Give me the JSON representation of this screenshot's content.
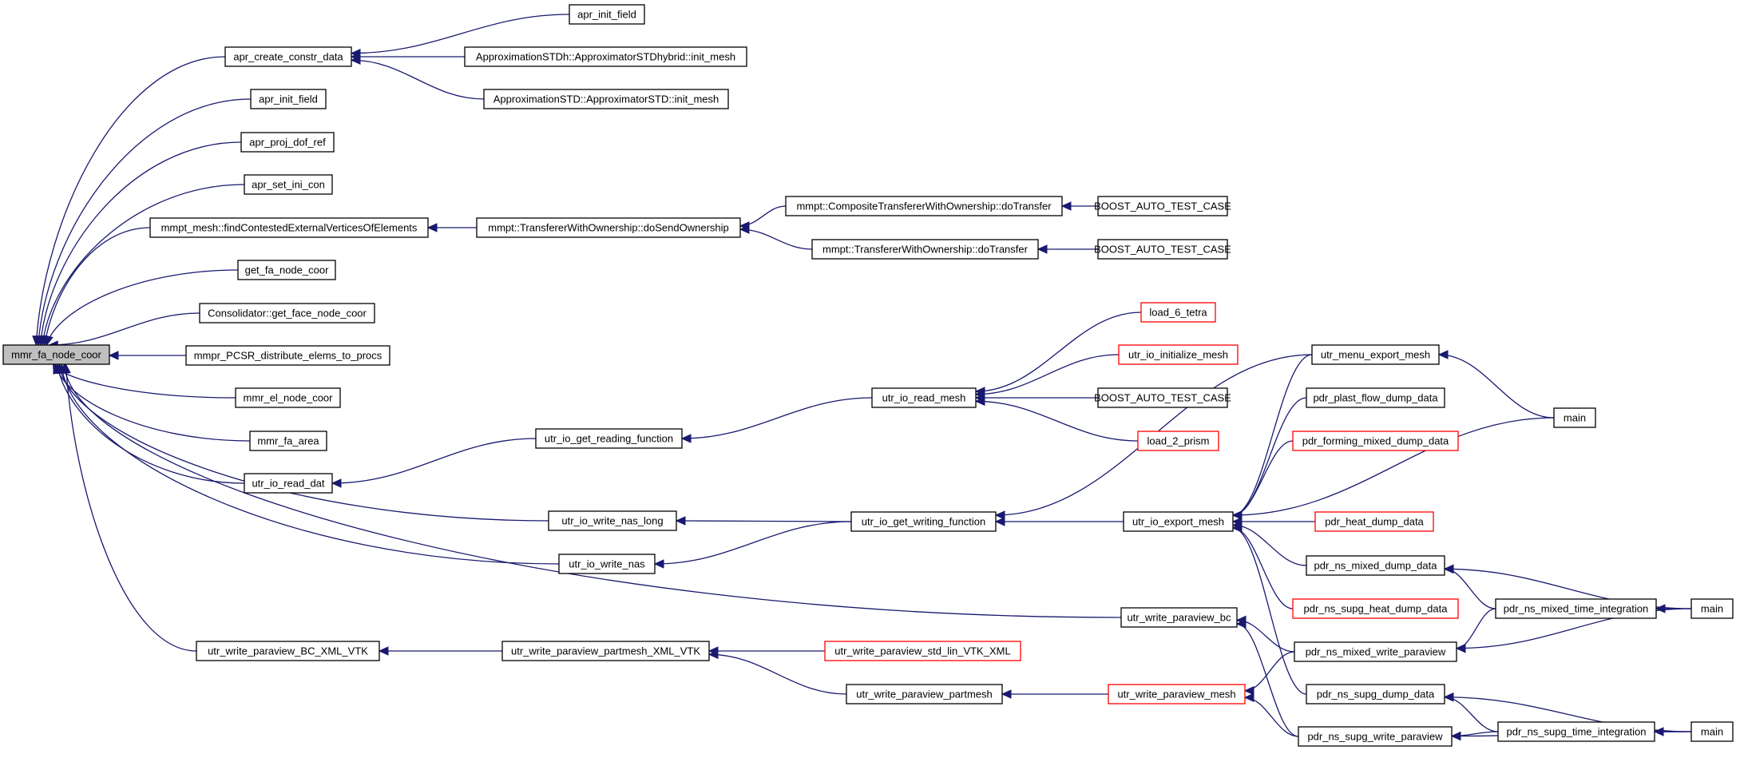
{
  "diagram": {
    "colors": {
      "edge": "#191970",
      "node_border": "#000000",
      "node_truncated_border": "#ff0000",
      "focus_fill": "#bfbfbf"
    },
    "nodes": [
      {
        "id": "n0",
        "label": "mmr_fa_node_coor",
        "focus": true
      },
      {
        "id": "n1",
        "label": "apr_create_constr_data"
      },
      {
        "id": "n2",
        "label": "apr_init_field"
      },
      {
        "id": "n3",
        "label": "apr_proj_dof_ref"
      },
      {
        "id": "n4",
        "label": "apr_set_ini_con"
      },
      {
        "id": "n5",
        "label": "mmpt_mesh::findContestedExternalVerticesOfElements"
      },
      {
        "id": "n6",
        "label": "get_fa_node_coor"
      },
      {
        "id": "n7",
        "label": "Consolidator::get_face_node_coor"
      },
      {
        "id": "n8",
        "label": "mmpr_PCSR_distribute_elems_to_procs"
      },
      {
        "id": "n9",
        "label": "mmr_el_node_coor"
      },
      {
        "id": "n10",
        "label": "mmr_fa_area"
      },
      {
        "id": "n11",
        "label": "utr_io_read_dat"
      },
      {
        "id": "n12",
        "label": "utr_io_write_nas_long"
      },
      {
        "id": "n13",
        "label": "utr_io_write_nas"
      },
      {
        "id": "n14",
        "label": "utr_write_paraview_bc"
      },
      {
        "id": "n15",
        "label": "utr_write_paraview_BC_XML_VTK"
      },
      {
        "id": "n16",
        "label": "apr_init_field"
      },
      {
        "id": "n17",
        "label": "ApproximationSTDh::ApproximatorSTDhybrid::init_mesh"
      },
      {
        "id": "n18",
        "label": "ApproximationSTD::ApproximatorSTD::init_mesh"
      },
      {
        "id": "n19",
        "label": "mmpt::TransfererWithOwnership::doSendOwnership"
      },
      {
        "id": "n20",
        "label": "mmpt::CompositeTransfererWithOwnership::doTransfer"
      },
      {
        "id": "n21",
        "label": "mmpt::TransfererWithOwnership::doTransfer"
      },
      {
        "id": "n22",
        "label": "BOOST_AUTO_TEST_CASE"
      },
      {
        "id": "n23",
        "label": "BOOST_AUTO_TEST_CASE"
      },
      {
        "id": "n24",
        "label": "utr_io_get_reading_function"
      },
      {
        "id": "n25",
        "label": "utr_io_read_mesh"
      },
      {
        "id": "n26",
        "label": "load_6_tetra",
        "truncated": true
      },
      {
        "id": "n27",
        "label": "utr_io_initialize_mesh",
        "truncated": true
      },
      {
        "id": "n28",
        "label": "BOOST_AUTO_TEST_CASE"
      },
      {
        "id": "n29",
        "label": "load_2_prism",
        "truncated": true
      },
      {
        "id": "n30",
        "label": "utr_io_get_writing_function"
      },
      {
        "id": "n31",
        "label": "utr_io_export_mesh"
      },
      {
        "id": "n32",
        "label": "utr_menu_export_mesh"
      },
      {
        "id": "n33",
        "label": "pdr_plast_flow_dump_data"
      },
      {
        "id": "n34",
        "label": "pdr_forming_mixed_dump_data",
        "truncated": true
      },
      {
        "id": "n35",
        "label": "pdr_heat_dump_data",
        "truncated": true
      },
      {
        "id": "n36",
        "label": "pdr_ns_mixed_dump_data"
      },
      {
        "id": "n37",
        "label": "pdr_ns_supg_heat_dump_data",
        "truncated": true
      },
      {
        "id": "n38",
        "label": "pdr_ns_mixed_write_paraview"
      },
      {
        "id": "n39",
        "label": "pdr_ns_supg_dump_data"
      },
      {
        "id": "n40",
        "label": "pdr_ns_supg_write_paraview"
      },
      {
        "id": "n41",
        "label": "main"
      },
      {
        "id": "n42",
        "label": "pdr_ns_mixed_time_integration"
      },
      {
        "id": "n43",
        "label": "main"
      },
      {
        "id": "n44",
        "label": "pdr_ns_supg_time_integration"
      },
      {
        "id": "n45",
        "label": "main"
      },
      {
        "id": "n46",
        "label": "utr_write_paraview_partmesh_XML_VTK"
      },
      {
        "id": "n47",
        "label": "utr_write_paraview_std_lin_VTK_XML",
        "truncated": true
      },
      {
        "id": "n48",
        "label": "utr_write_paraview_partmesh"
      },
      {
        "id": "n49",
        "label": "utr_write_paraview_mesh",
        "truncated": true
      }
    ],
    "edges": [
      [
        "n1",
        "n0"
      ],
      [
        "n2",
        "n0"
      ],
      [
        "n3",
        "n0"
      ],
      [
        "n4",
        "n0"
      ],
      [
        "n5",
        "n0"
      ],
      [
        "n6",
        "n0"
      ],
      [
        "n7",
        "n0"
      ],
      [
        "n8",
        "n0"
      ],
      [
        "n9",
        "n0"
      ],
      [
        "n10",
        "n0"
      ],
      [
        "n11",
        "n0"
      ],
      [
        "n12",
        "n0"
      ],
      [
        "n13",
        "n0"
      ],
      [
        "n14",
        "n0"
      ],
      [
        "n15",
        "n0"
      ],
      [
        "n16",
        "n1"
      ],
      [
        "n17",
        "n1"
      ],
      [
        "n18",
        "n1"
      ],
      [
        "n19",
        "n5"
      ],
      [
        "n20",
        "n19"
      ],
      [
        "n21",
        "n19"
      ],
      [
        "n22",
        "n20"
      ],
      [
        "n23",
        "n21"
      ],
      [
        "n24",
        "n11"
      ],
      [
        "n25",
        "n24"
      ],
      [
        "n26",
        "n25"
      ],
      [
        "n27",
        "n25"
      ],
      [
        "n28",
        "n25"
      ],
      [
        "n29",
        "n25"
      ],
      [
        "n30",
        "n12"
      ],
      [
        "n30",
        "n13"
      ],
      [
        "n31",
        "n30"
      ],
      [
        "n32",
        "n30"
      ],
      [
        "n32",
        "n31"
      ],
      [
        "n33",
        "n31"
      ],
      [
        "n34",
        "n31"
      ],
      [
        "n35",
        "n31"
      ],
      [
        "n36",
        "n31"
      ],
      [
        "n37",
        "n31"
      ],
      [
        "n39",
        "n31"
      ],
      [
        "n41",
        "n31"
      ],
      [
        "n41",
        "n32"
      ],
      [
        "n38",
        "n14"
      ],
      [
        "n40",
        "n14"
      ],
      [
        "n46",
        "n15"
      ],
      [
        "n47",
        "n46"
      ],
      [
        "n48",
        "n46"
      ],
      [
        "n49",
        "n48"
      ],
      [
        "n38",
        "n49"
      ],
      [
        "n40",
        "n49"
      ],
      [
        "n42",
        "n36"
      ],
      [
        "n42",
        "n38"
      ],
      [
        "n43",
        "n36"
      ],
      [
        "n43",
        "n38"
      ],
      [
        "n43",
        "n42"
      ],
      [
        "n44",
        "n39"
      ],
      [
        "n44",
        "n40"
      ],
      [
        "n45",
        "n39"
      ],
      [
        "n45",
        "n40"
      ],
      [
        "n45",
        "n44"
      ]
    ]
  }
}
